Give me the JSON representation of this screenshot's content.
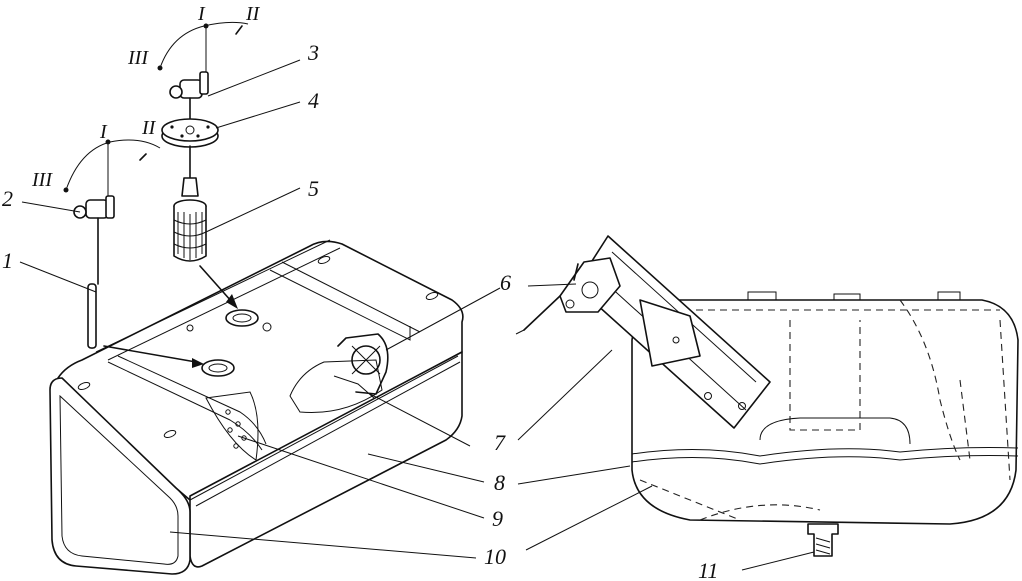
{
  "callouts": [
    {
      "id": "c1",
      "text": "1"
    },
    {
      "id": "c2",
      "text": "2"
    },
    {
      "id": "c3",
      "text": "3"
    },
    {
      "id": "c4",
      "text": "4"
    },
    {
      "id": "c5",
      "text": "5"
    },
    {
      "id": "c6",
      "text": "6"
    },
    {
      "id": "c7",
      "text": "7"
    },
    {
      "id": "c8",
      "text": "8"
    },
    {
      "id": "c9",
      "text": "9"
    },
    {
      "id": "c10",
      "text": "10"
    },
    {
      "id": "c11",
      "text": "11"
    }
  ],
  "valve_positions": {
    "upper": {
      "pos1": "I",
      "pos2": "II",
      "pos3": "III"
    },
    "lower": {
      "pos1": "I",
      "pos2": "II",
      "pos3": "III"
    }
  },
  "colors": {
    "ink": "#111111",
    "paper": "#ffffff"
  }
}
